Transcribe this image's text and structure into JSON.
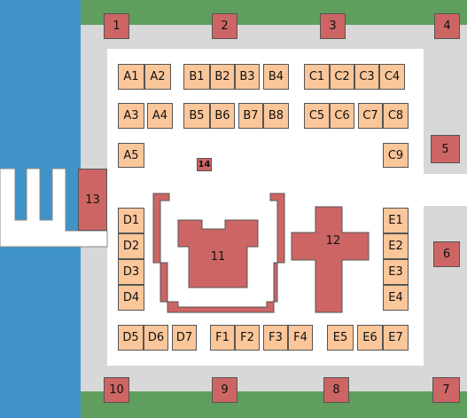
{
  "colors": {
    "water": "#3f93c8",
    "grass": "#5f9e5c",
    "wall": "#d8d8d8",
    "courtyard": "#ffffff",
    "stall": "#fbc79a",
    "tower": "#cd6565",
    "outline": "#555555"
  },
  "towers": {
    "t1": "1",
    "t2": "2",
    "t3": "3",
    "t4": "4",
    "t5": "5",
    "t6": "6",
    "t7": "7",
    "t8": "8",
    "t9": "9",
    "t10": "10",
    "t13": "13",
    "t14": "14"
  },
  "buildings": {
    "b11": "11",
    "b12": "12"
  },
  "stalls": {
    "a1": "A1",
    "a2": "A2",
    "a3": "A3",
    "a4": "A4",
    "a5": "A5",
    "b1": "B1",
    "b2": "B2",
    "b3": "B3",
    "b4": "B4",
    "b5": "B5",
    "b6": "B6",
    "b7": "B7",
    "b8": "B8",
    "c1": "C1",
    "c2": "C2",
    "c3": "C3",
    "c4": "C4",
    "c5": "C5",
    "c6": "C6",
    "c7": "C7",
    "c8": "C8",
    "c9": "C9",
    "d1": "D1",
    "d2": "D2",
    "d3": "D3",
    "d4": "D4",
    "d5": "D5",
    "d6": "D6",
    "d7": "D7",
    "e1": "E1",
    "e2": "E2",
    "e3": "E3",
    "e4": "E4",
    "e5": "E5",
    "e6": "E6",
    "e7": "E7",
    "f1": "F1",
    "f2": "F2",
    "f3": "F3",
    "f4": "F4"
  }
}
